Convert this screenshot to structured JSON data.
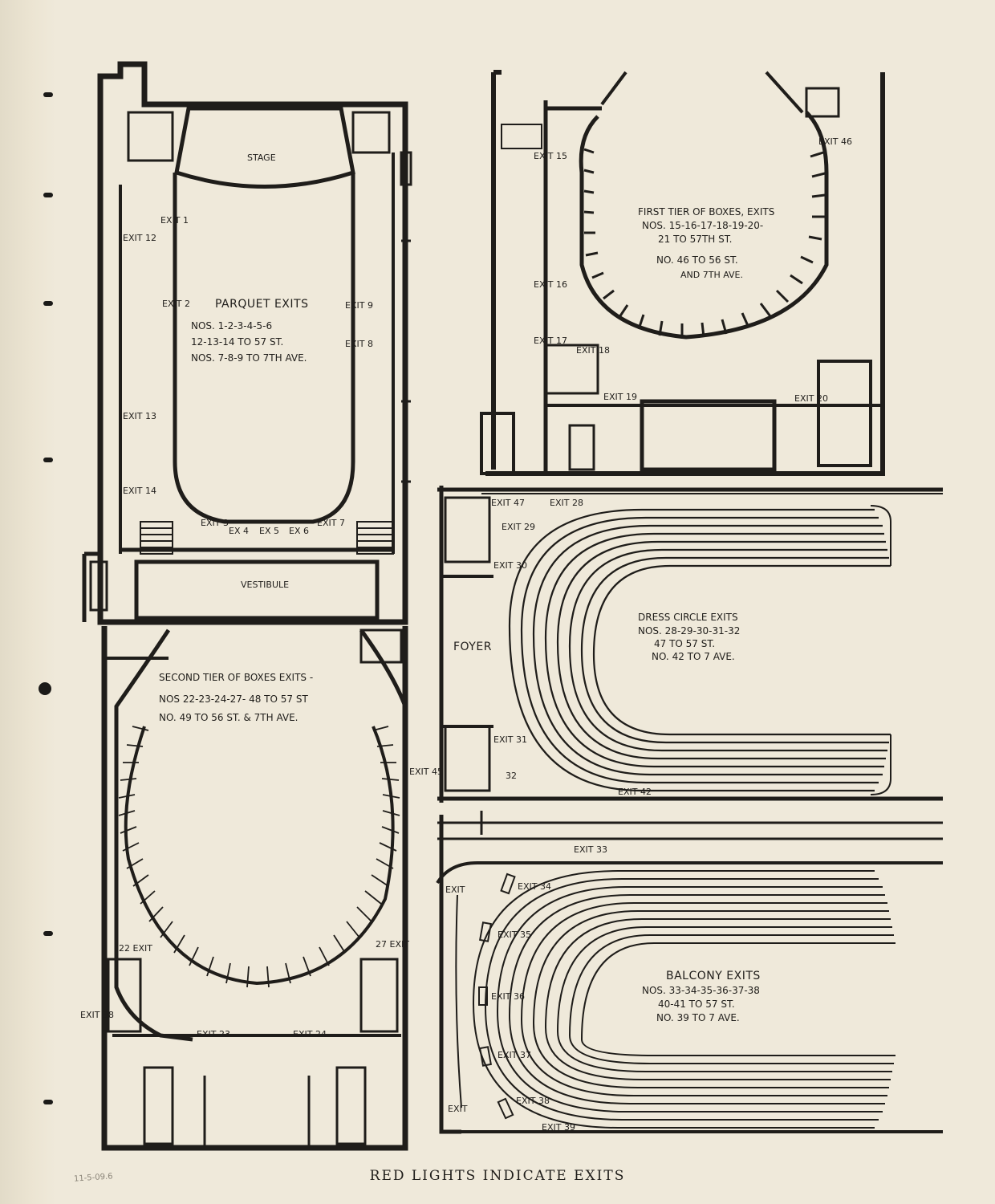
{
  "footer": "RED LIGHTS INDICATE EXITS",
  "pencil_note": "11-5-09.6",
  "parquet": {
    "stage": "STAGE",
    "vestibule": "VESTIBULE",
    "title": "PARQUET EXITS",
    "line1": "NOS. 1-2-3-4-5-6",
    "line2": "12-13-14 TO 57 ST.",
    "line3": "NOS. 7-8-9 TO 7TH AVE.",
    "exits": {
      "e1": "EXIT 1",
      "e2": "EXIT 2",
      "e3": "EXIT 3",
      "e4": "EX 4",
      "e5": "EX 5",
      "e6": "EX 6",
      "e7": "EXIT 7",
      "e8": "EXIT 8",
      "e9": "EXIT 9",
      "e12": "EXIT 12",
      "e13": "EXIT 13",
      "e14": "EXIT 14"
    }
  },
  "first_tier": {
    "title": "FIRST TIER OF BOXES, EXITS",
    "line1": "NOS. 15-16-17-18-19-20-",
    "line2": "21 TO 57TH ST.",
    "line3": "NO. 46 TO 56 ST.",
    "line4": "AND 7TH AVE.",
    "exits": {
      "e15": "EXIT 15",
      "e16": "EXIT 16",
      "e17": "EXIT 17",
      "e18": "EXIT 18",
      "e19": "EXIT 19",
      "e20": "EXIT 20",
      "e46": "EXIT 46"
    }
  },
  "second_tier": {
    "title": "SECOND TIER OF BOXES EXITS -",
    "line1": "NOS 22-23-24-27- 48 TO 57 ST",
    "line2": "NO. 49 TO 56 ST. & 7TH AVE.",
    "exits": {
      "e22": "22 EXIT",
      "e23": "EXIT 23",
      "e24": "EXIT 24",
      "e27": "27 EXIT",
      "e38": "EXIT 38",
      "e45": "EXIT 45"
    }
  },
  "dress_circle": {
    "foyer": "FOYER",
    "title": "DRESS CIRCLE EXITS",
    "line1": "NOS. 28-29-30-31-32",
    "line2": "47 TO 57 ST.",
    "line3": "NO. 42 TO 7 AVE.",
    "exits": {
      "e28": "EXIT 28",
      "e29": "EXIT 29",
      "e30": "EXIT 30",
      "e31": "EXIT 31",
      "e32": "32",
      "e42": "EXIT 42",
      "e47": "EXIT 47"
    }
  },
  "balcony": {
    "title": "BALCONY EXITS",
    "line1": "NOS. 33-34-35-36-37-38",
    "line2": "40-41 TO 57 ST.",
    "line3": "NO. 39 TO 7 AVE.",
    "exits": {
      "e33": "EXIT 33",
      "e34": "EXIT 34",
      "e35": "EXIT 35",
      "e36": "EXIT 36",
      "e37": "EXIT 37",
      "e38": "EXIT 38",
      "e39": "EXIT 39",
      "etop": "EXIT",
      "ebot": "EXIT"
    }
  }
}
